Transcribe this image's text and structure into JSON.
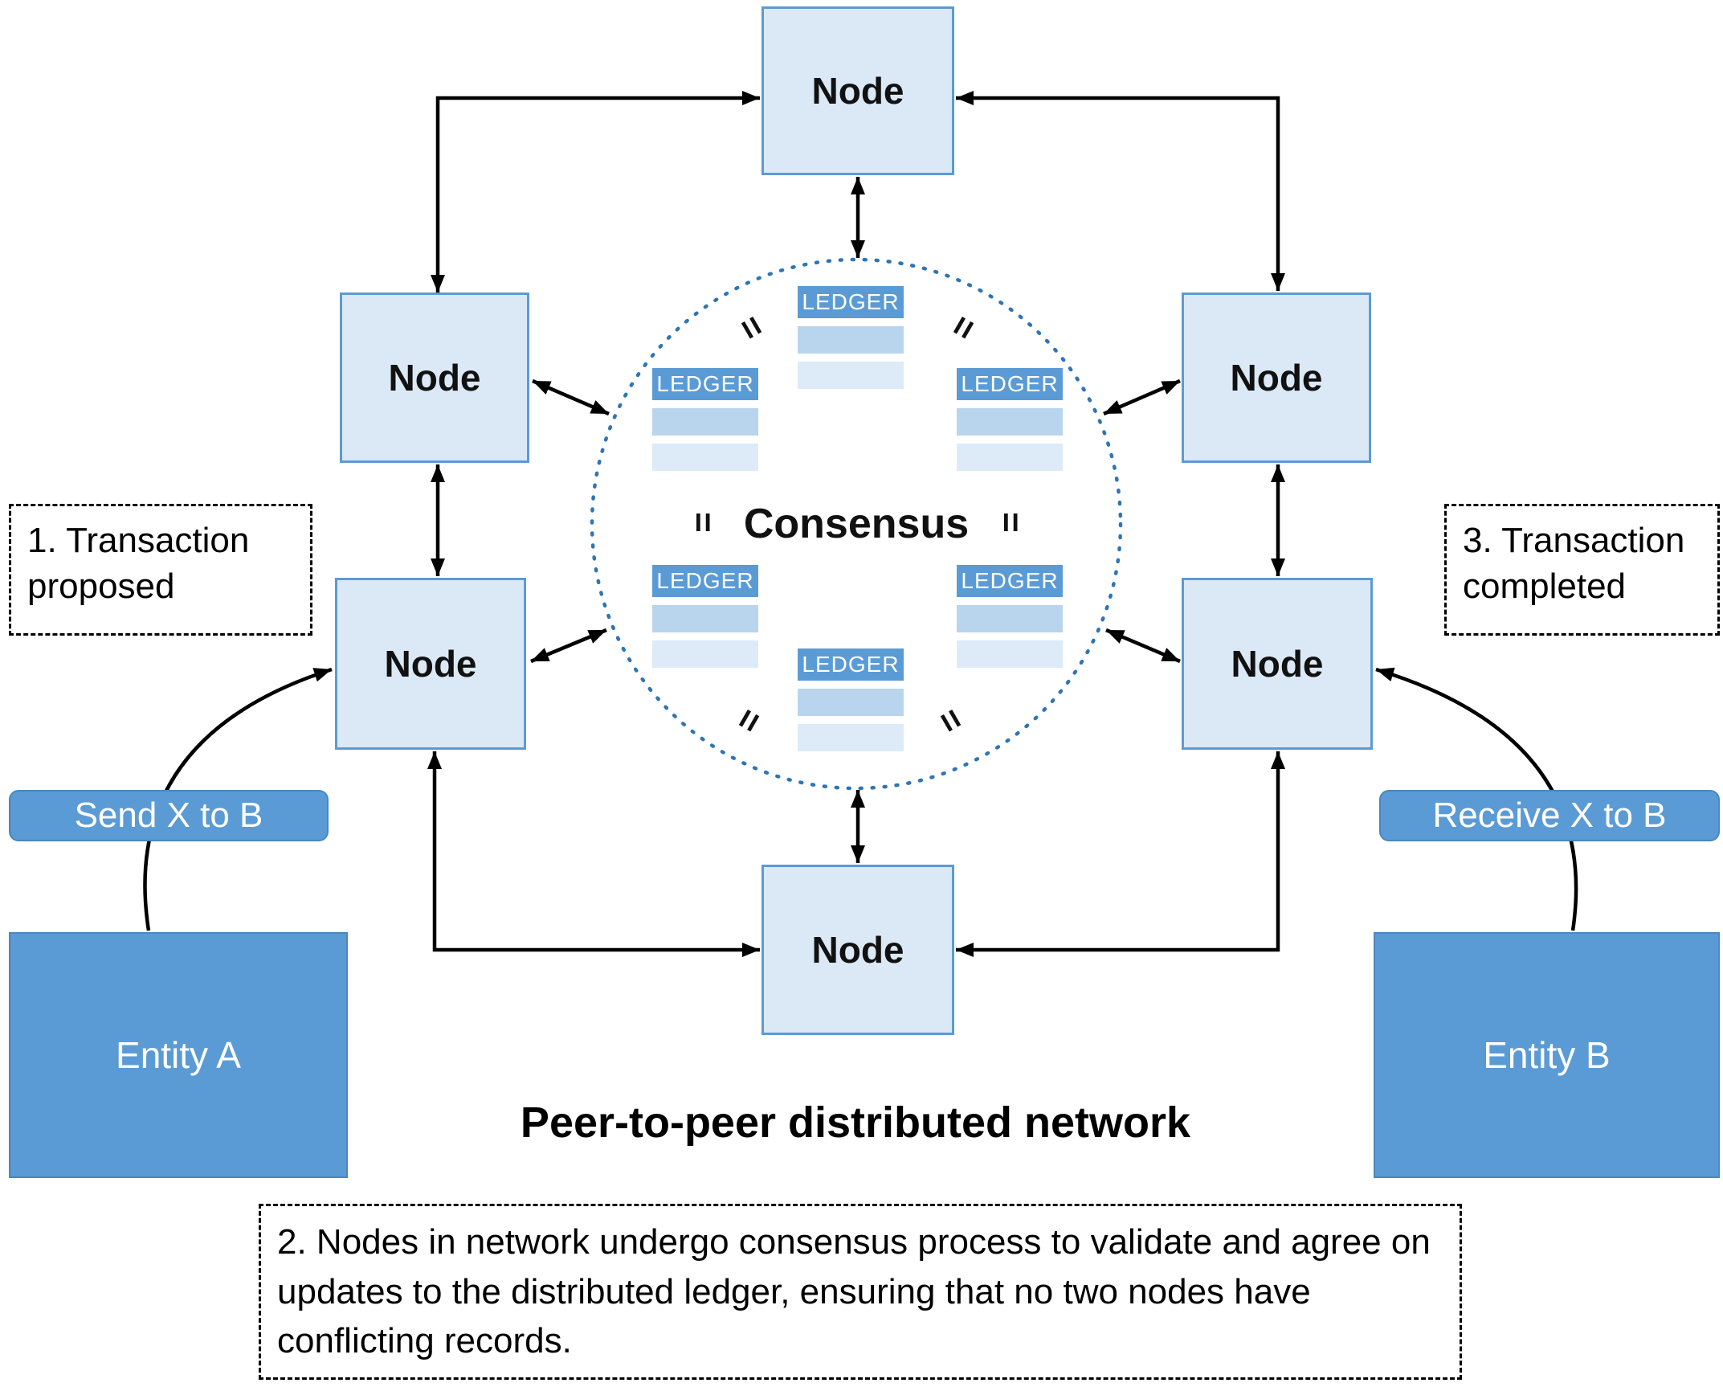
{
  "diagram": {
    "title": "Peer-to-peer distributed network",
    "node_label": "Node",
    "consensus_label": "Consensus",
    "ledger_label": "LEDGER",
    "equals_mark": "=",
    "annotations": {
      "step1": "1. Transaction proposed",
      "step2": "2. Nodes in network undergo consensus process to validate and agree on updates to the distributed ledger, ensuring that no two nodes have conflicting records.",
      "step3": "3. Transaction completed"
    },
    "labels": {
      "send": "Send X to B",
      "receive": "Receive X to B"
    },
    "entities": {
      "a": "Entity A",
      "b": "Entity B"
    },
    "colors": {
      "node_fill": "#dbe9f7",
      "node_border": "#5b9bd5",
      "entity_fill": "#5b9bd5",
      "ledger_header": "#5b9bd5",
      "ledger_row1": "#b9d5ee",
      "ledger_row2": "#dcebf7",
      "circle_dotted": "#2e75b6",
      "arrow": "#000000"
    }
  }
}
